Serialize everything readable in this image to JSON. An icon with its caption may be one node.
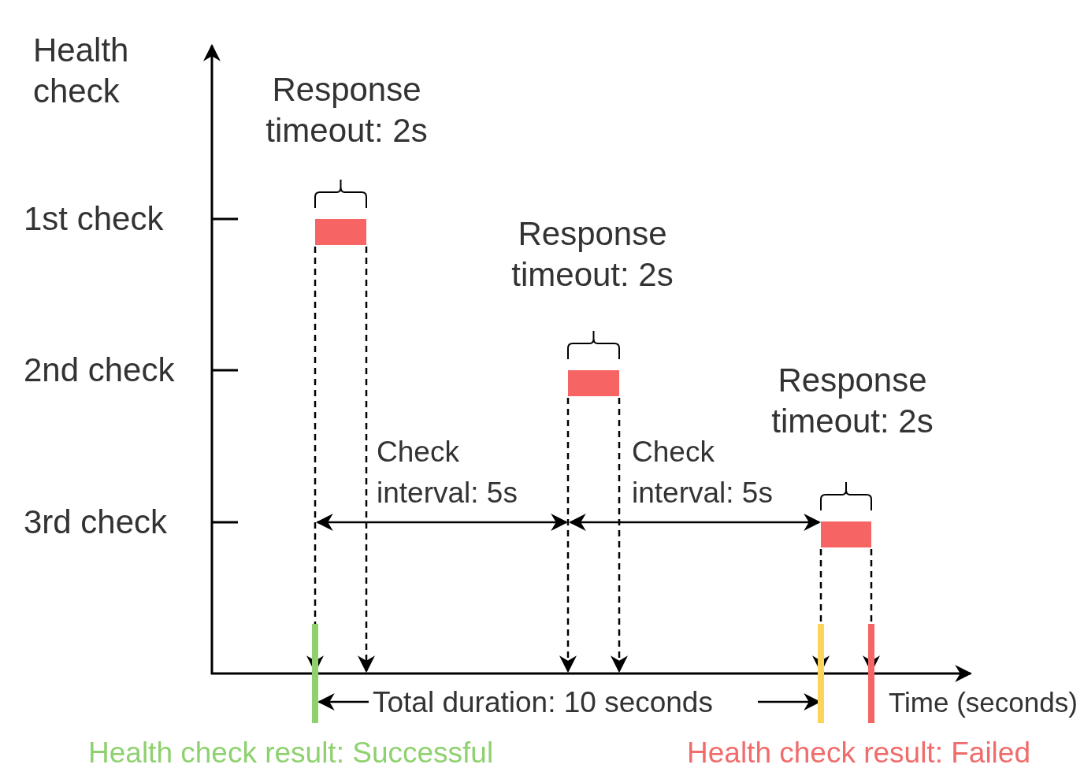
{
  "diagram": {
    "labels": [
      "Health check",
      "Response timeout: 2s",
      "1st check",
      "Response timeout: 2s",
      "2nd check",
      "Response timeout: 2s",
      "Check interval: 5s",
      "Check interval: 5s",
      "3rd check",
      "Total duration: 10 seconds",
      "Time (seconds)",
      "Health check result: Successful",
      "Health check result: Failed"
    ]
  }
}
